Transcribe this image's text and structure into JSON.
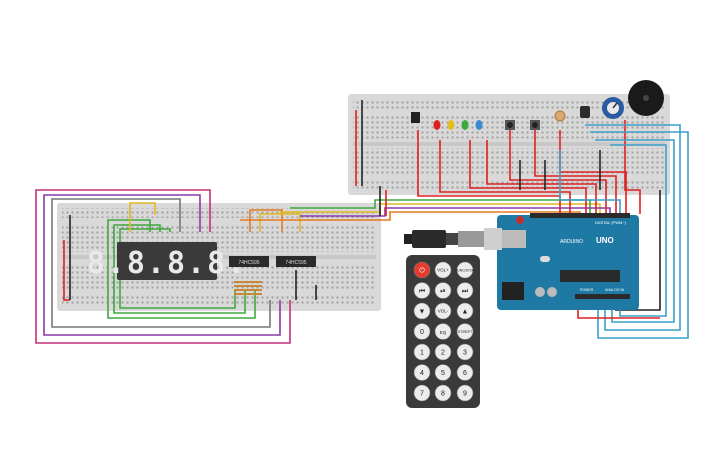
{
  "colors": {
    "background": "#ffffff",
    "breadboard": "#dcdcdc",
    "breadboard_hole": "#9a9a9a",
    "arduino": "#1e7aa5",
    "segment_display": "#3a3a3a",
    "segment_on": "#e9e9e9",
    "ic_chip": "#2b2b2b",
    "remote_body": "#3a3a3a",
    "remote_power": "#e53b2e",
    "wire_red": "#e02020",
    "wire_black": "#222222",
    "wire_green": "#3fa83f",
    "wire_yellow": "#e0b820",
    "wire_orange": "#e67a20",
    "wire_purple": "#8a3aa6",
    "wire_magenta": "#c0307a",
    "wire_blue": "#3aa0c8",
    "wire_gray": "#777777",
    "buzzer": "#1a1a1a",
    "potentiometer": "#2a5aa0"
  },
  "display": {
    "digits": "8.8.8.8."
  },
  "chips": {
    "left": "74HC595",
    "right": "74HC595"
  },
  "arduino": {
    "model": "UNO",
    "brand": "ARDUINO",
    "digital_label": "DIGITAL (PWM~)",
    "analog_label": "ANALOG IN",
    "power_label": "POWER"
  },
  "remote": {
    "row1": [
      "⏻",
      "VOL+",
      "FUNC/STOP"
    ],
    "row2": [
      "⏮",
      "⏯",
      "⏭"
    ],
    "row3": [
      "▼",
      "VOL-",
      "▲"
    ],
    "row4": [
      "0",
      "EQ",
      "ST/REPT"
    ],
    "row5": [
      "1",
      "2",
      "3"
    ],
    "row6": [
      "4",
      "5",
      "6"
    ],
    "row7": [
      "7",
      "8",
      "9"
    ]
  },
  "leds": [
    "#e02020",
    "#e0c020",
    "#3fa83f",
    "#3a8ad0"
  ]
}
